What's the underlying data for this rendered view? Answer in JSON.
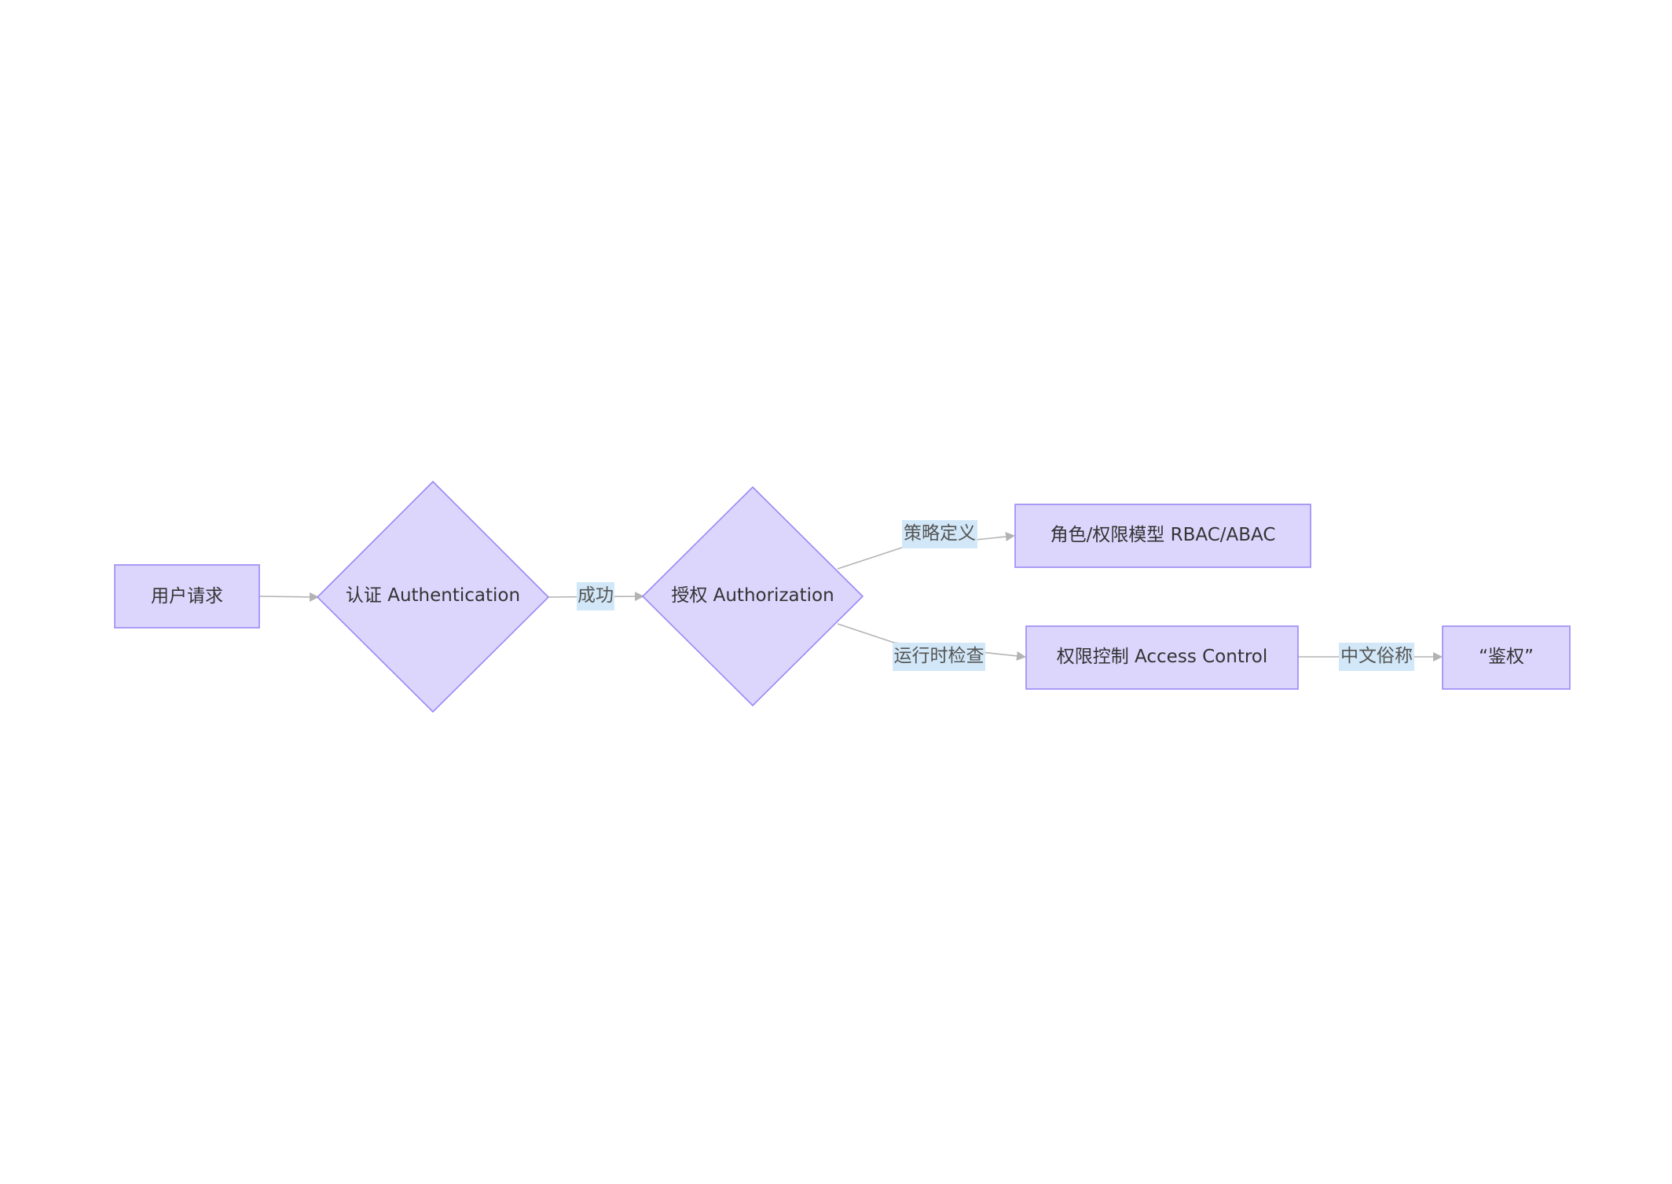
{
  "diagram": {
    "colors": {
      "node_fill": "#dcd6fd",
      "node_stroke": "#9b87f5",
      "edge_stroke": "#b3b3b3",
      "label_bg": "#d2e8f8",
      "text": "#333333"
    },
    "nodes": {
      "user_request": "用户请求",
      "authentication": "认证 Authentication",
      "authorization": "授权 Authorization",
      "role_model": "角色/权限模型 RBAC/ABAC",
      "access_control": "权限控制 Access Control",
      "jianquan": "“鉴权”"
    },
    "edges": {
      "success": "成功",
      "policy_definition": "策略定义",
      "runtime_check": "运行时检查",
      "chinese_colloquial": "中文俗称"
    }
  }
}
